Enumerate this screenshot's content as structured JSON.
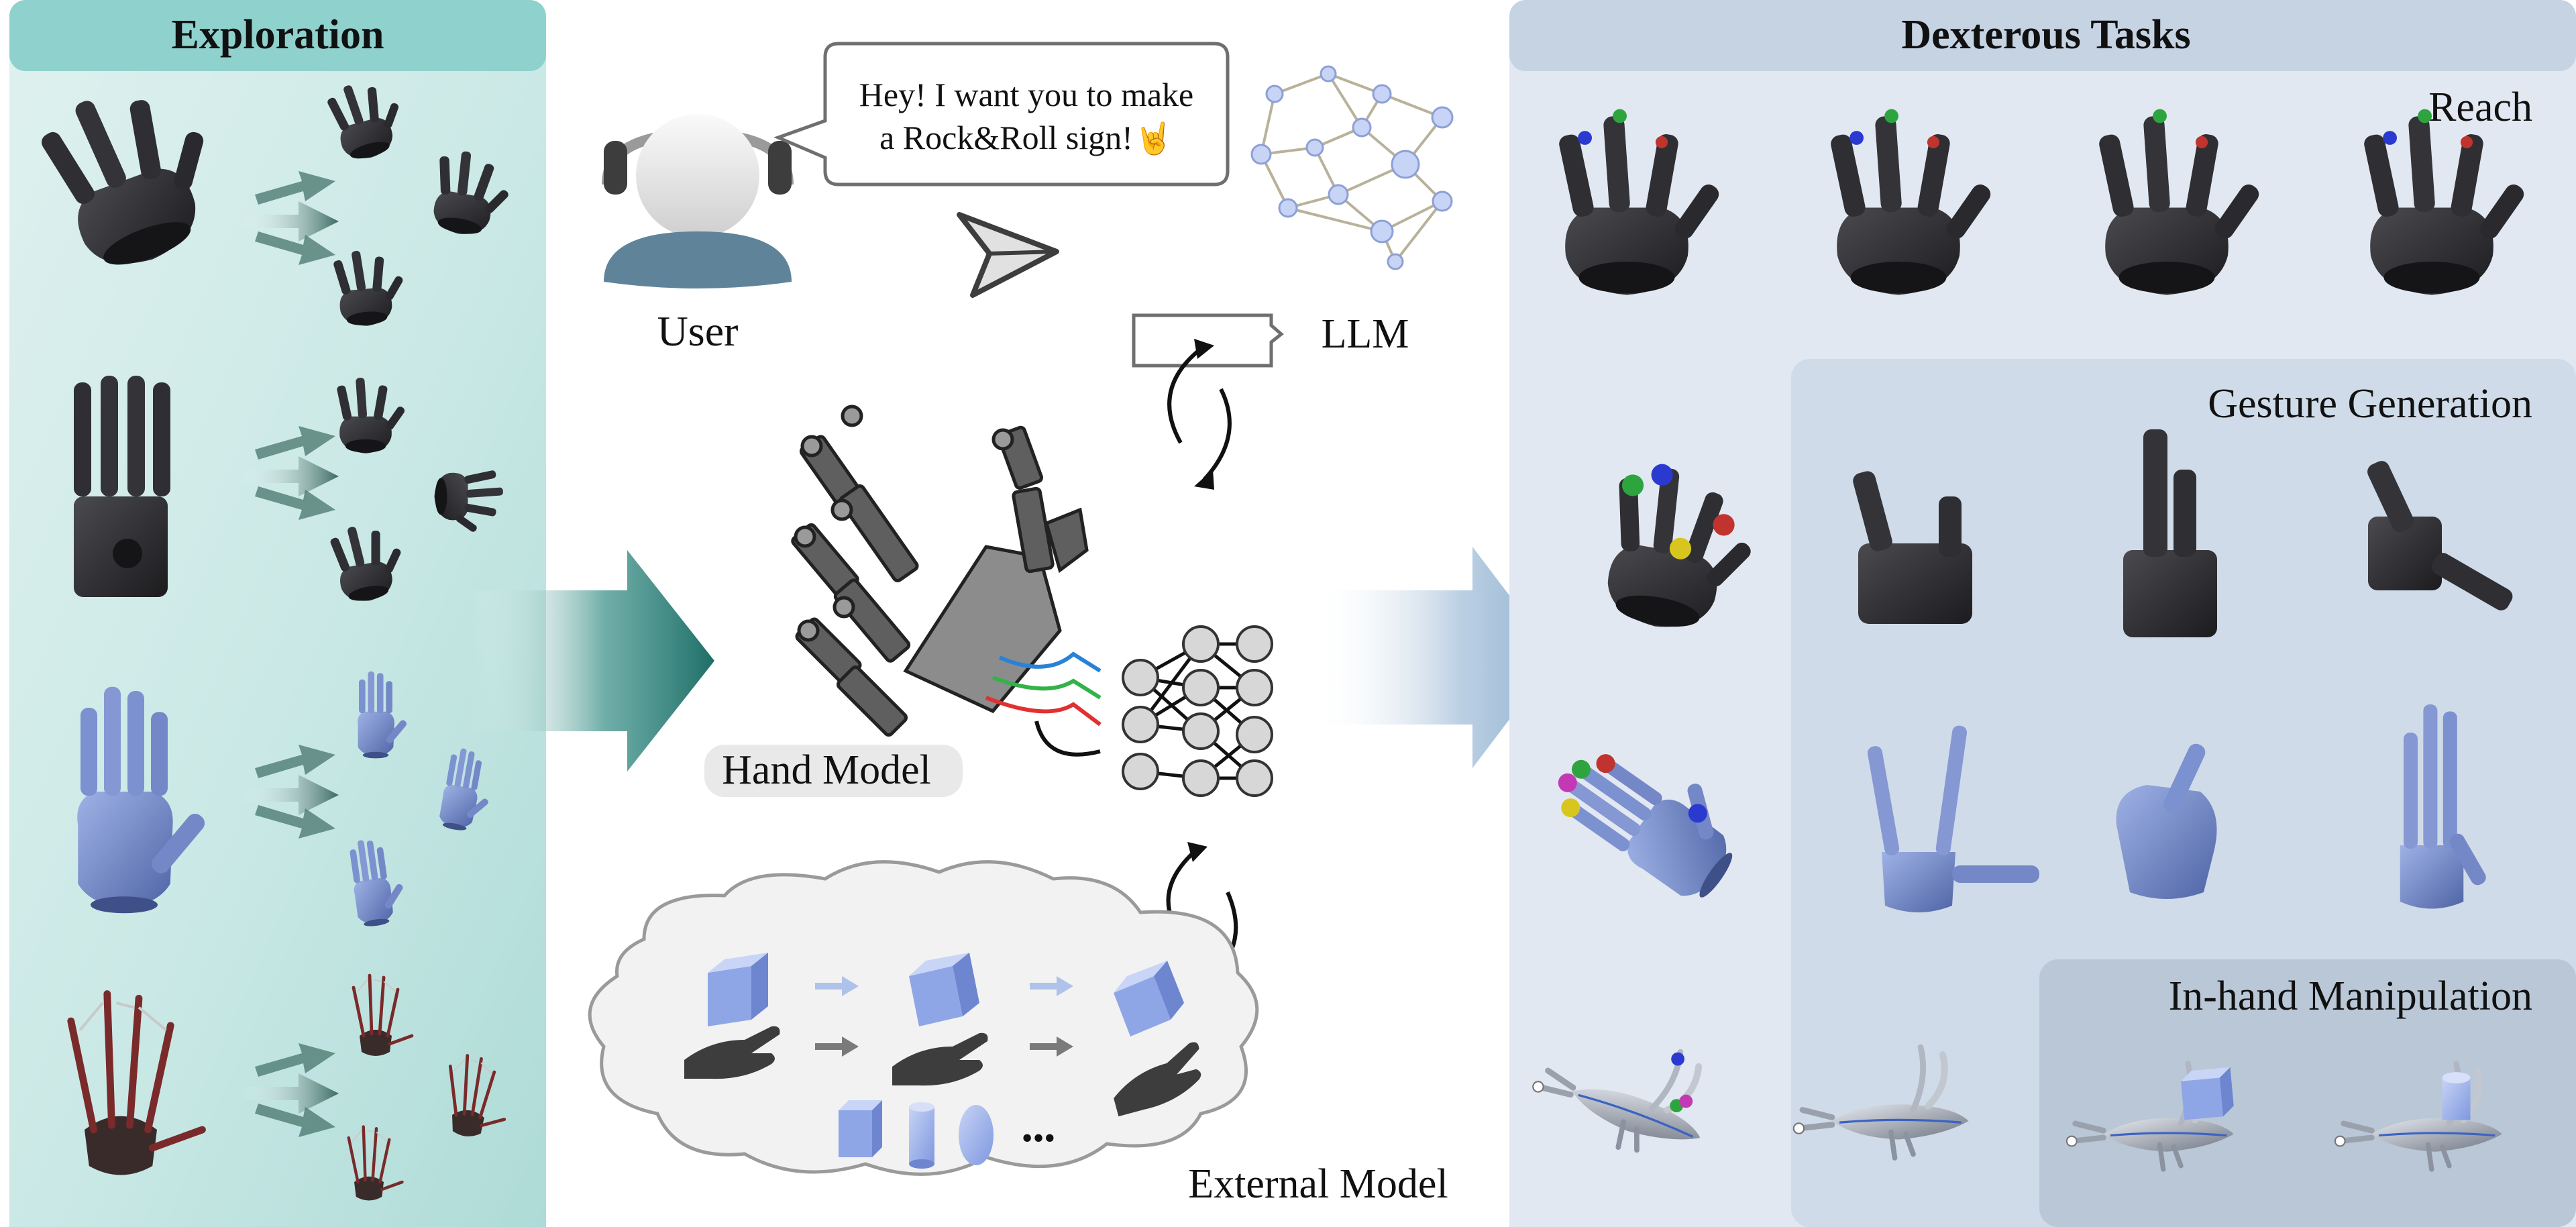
{
  "exploration": {
    "title": "Exploration"
  },
  "center": {
    "user_label": "User",
    "speech_line1": "Hey! I want you to make",
    "speech_line2": "a Rock&Roll sign!",
    "speech_emoji": "🤘",
    "llm_label": "LLM",
    "hand_model_label": "Hand Model",
    "external_model_label": "External Model",
    "ellipsis": "•••"
  },
  "tasks": {
    "title": "Dexterous Tasks",
    "reach": "Reach",
    "gesture": "Gesture Generation",
    "inhand": "In-hand Manipulation"
  },
  "colors": {
    "teal_header": "#8fd1cc",
    "teal_arrow": "#1f6e68",
    "blue_header": "#c5d3e3",
    "blue_arrow": "#8fb2d2",
    "robot_dark": "#2b2b2e",
    "robot_blue": "#6f86c4",
    "user_body": "#5f8399"
  }
}
